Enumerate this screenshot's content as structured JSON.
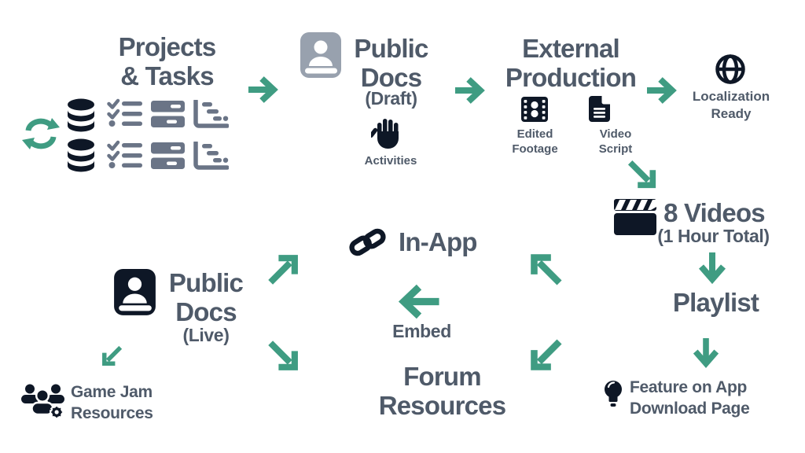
{
  "colors": {
    "accent_green": "#3F9C82",
    "text_slate": "#4F5A69",
    "icon_dark": "#0E1726",
    "icon_gray": "#6A7486",
    "book_gray": "#98A1AE",
    "background": "#FFFFFF"
  },
  "nodes": {
    "projects": {
      "title1": "Projects",
      "title2": "& Tasks"
    },
    "docs_draft": {
      "title1": "Public",
      "title2": "Docs",
      "badge": "(Draft)",
      "activities": "Activities"
    },
    "production": {
      "title1": "External",
      "title2": "Production",
      "footage1": "Edited",
      "footage2": "Footage",
      "script1": "Video",
      "script2": "Script"
    },
    "localization": {
      "label1": "Localization",
      "label2": "Ready"
    },
    "videos": {
      "title": "8 Videos",
      "subtitle": "(1 Hour Total)"
    },
    "playlist": {
      "title": "Playlist"
    },
    "feature": {
      "label1": "Feature on App",
      "label2": "Download Page"
    },
    "inapp": {
      "title": "In-App"
    },
    "embed": {
      "label": "Embed"
    },
    "forum": {
      "title1": "Forum",
      "title2": "Resources"
    },
    "docs_live": {
      "title1": "Public",
      "title2": "Docs",
      "badge": "(Live)"
    },
    "gamejam": {
      "label1": "Game Jam",
      "label2": "Resources"
    }
  },
  "icon_names": [
    "sync-icon",
    "database-icon",
    "task-list-icon",
    "server-rows-icon",
    "gantt-chart-icon",
    "contact-book-icon",
    "hand-icon",
    "film-frame-icon",
    "script-doc-icon",
    "globe-icon",
    "clapperboard-icon",
    "lightbulb-icon",
    "team-gear-icon",
    "link-icon",
    "arrow-right-icon",
    "arrow-left-icon",
    "arrow-down-icon",
    "arrow-up-right-icon",
    "arrow-up-left-icon",
    "arrow-down-right-icon",
    "arrow-down-left-icon"
  ]
}
